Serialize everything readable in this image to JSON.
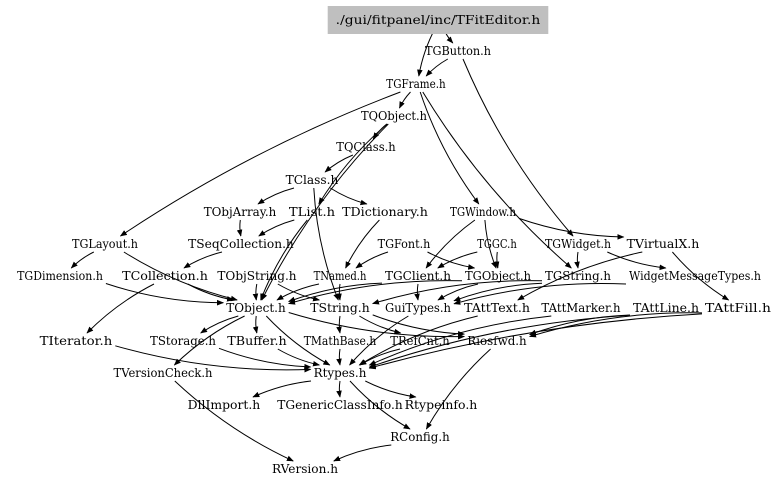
{
  "graph": {
    "root": "./gui/fitpanel/inc/TFitEditor.h",
    "nodes": [
      {
        "id": "tfiteditor",
        "label": "./gui/fitpanel/inc/TFitEditor.h"
      },
      {
        "id": "tgbutton",
        "label": "TGButton.h"
      },
      {
        "id": "tgframe",
        "label": "TGFrame.h"
      },
      {
        "id": "tqobject",
        "label": "TQObject.h"
      },
      {
        "id": "tqclass",
        "label": "TQClass.h"
      },
      {
        "id": "tclass",
        "label": "TClass.h"
      },
      {
        "id": "tobjarray",
        "label": "TObjArray.h"
      },
      {
        "id": "tlist",
        "label": "TList.h"
      },
      {
        "id": "tdictionary",
        "label": "TDictionary.h"
      },
      {
        "id": "tgwindow",
        "label": "TGWindow.h"
      },
      {
        "id": "tglayout",
        "label": "TGLayout.h"
      },
      {
        "id": "tseqcollection",
        "label": "TSeqCollection.h"
      },
      {
        "id": "tgfont",
        "label": "TGFont.h"
      },
      {
        "id": "tggc",
        "label": "TGGC.h"
      },
      {
        "id": "tgwidget",
        "label": "TGWidget.h"
      },
      {
        "id": "tvirtualx",
        "label": "TVirtualX.h"
      },
      {
        "id": "tgdimension",
        "label": "TGDimension.h"
      },
      {
        "id": "tcollection",
        "label": "TCollection.h"
      },
      {
        "id": "tobjstring",
        "label": "TObjString.h"
      },
      {
        "id": "tnamed",
        "label": "TNamed.h"
      },
      {
        "id": "tgclient",
        "label": "TGClient.h"
      },
      {
        "id": "tgobject",
        "label": "TGObject.h"
      },
      {
        "id": "tgstring",
        "label": "TGString.h"
      },
      {
        "id": "widgetmessagetypes",
        "label": "WidgetMessageTypes.h"
      },
      {
        "id": "tobject",
        "label": "TObject.h"
      },
      {
        "id": "tstring",
        "label": "TString.h"
      },
      {
        "id": "guitypes",
        "label": "GuiTypes.h"
      },
      {
        "id": "tatttext",
        "label": "TAttText.h"
      },
      {
        "id": "tattmarker",
        "label": "TAttMarker.h"
      },
      {
        "id": "tattline",
        "label": "TAttLine.h"
      },
      {
        "id": "tattfill",
        "label": "TAttFill.h"
      },
      {
        "id": "titerator",
        "label": "TIterator.h"
      },
      {
        "id": "tstorage",
        "label": "TStorage.h"
      },
      {
        "id": "tbuffer",
        "label": "TBuffer.h"
      },
      {
        "id": "tmathbase",
        "label": "TMathBase.h"
      },
      {
        "id": "trefcnt",
        "label": "TRefCnt.h"
      },
      {
        "id": "riosfwd",
        "label": "Riosfwd.h"
      },
      {
        "id": "tversioncheck",
        "label": "TVersionCheck.h"
      },
      {
        "id": "rtypes",
        "label": "Rtypes.h"
      },
      {
        "id": "dllimport",
        "label": "DllImport.h"
      },
      {
        "id": "tgenericclassinfo",
        "label": "TGenericClassInfo.h"
      },
      {
        "id": "rtypeinfo",
        "label": "Rtypeinfo.h"
      },
      {
        "id": "rconfig",
        "label": "RConfig.h"
      },
      {
        "id": "rversion",
        "label": "RVersion.h"
      }
    ],
    "edges": [
      [
        "tfiteditor",
        "tgbutton"
      ],
      [
        "tfiteditor",
        "tgframe"
      ],
      [
        "tgbutton",
        "tgframe"
      ],
      [
        "tgbutton",
        "tgwidget"
      ],
      [
        "tgframe",
        "tqobject"
      ],
      [
        "tgframe",
        "tglayout"
      ],
      [
        "tgframe",
        "tgwindow"
      ],
      [
        "tgframe",
        "tgstring"
      ],
      [
        "tqobject",
        "tqclass"
      ],
      [
        "tqobject",
        "tlist"
      ],
      [
        "tqobject",
        "tobject"
      ],
      [
        "tqclass",
        "tclass"
      ],
      [
        "tclass",
        "tobjarray"
      ],
      [
        "tclass",
        "tdictionary"
      ],
      [
        "tclass",
        "tstring"
      ],
      [
        "tobjarray",
        "tseqcollection"
      ],
      [
        "tlist",
        "tseqcollection"
      ],
      [
        "tlist",
        "tobject"
      ],
      [
        "tdictionary",
        "tnamed"
      ],
      [
        "tgwindow",
        "tgobject"
      ],
      [
        "tgwindow",
        "tvirtualx"
      ],
      [
        "tgwindow",
        "tgclient"
      ],
      [
        "tglayout",
        "tgdimension"
      ],
      [
        "tglayout",
        "tobject"
      ],
      [
        "tseqcollection",
        "tcollection"
      ],
      [
        "tgfont",
        "tnamed"
      ],
      [
        "tgfont",
        "tgobject"
      ],
      [
        "tggc",
        "tgobject"
      ],
      [
        "tggc",
        "tgclient"
      ],
      [
        "tgwidget",
        "tgstring"
      ],
      [
        "tgwidget",
        "widgetmessagetypes"
      ],
      [
        "tvirtualx",
        "tatttext"
      ],
      [
        "tvirtualx",
        "tattfill"
      ],
      [
        "tgdimension",
        "tobject"
      ],
      [
        "tcollection",
        "tobject"
      ],
      [
        "tcollection",
        "titerator"
      ],
      [
        "tobjstring",
        "tobject"
      ],
      [
        "tobjstring",
        "tstring"
      ],
      [
        "tnamed",
        "tobject"
      ],
      [
        "tnamed",
        "tstring"
      ],
      [
        "tgclient",
        "tobject"
      ],
      [
        "tgclient",
        "guitypes"
      ],
      [
        "tgobject",
        "tobject"
      ],
      [
        "tgobject",
        "guitypes"
      ],
      [
        "tgstring",
        "tstring"
      ],
      [
        "tgstring",
        "guitypes"
      ],
      [
        "widgetmessagetypes",
        "guitypes"
      ],
      [
        "tobject",
        "tstorage"
      ],
      [
        "tobject",
        "tbuffer"
      ],
      [
        "tobject",
        "tversioncheck"
      ],
      [
        "tobject",
        "riosfwd"
      ],
      [
        "tobject",
        "rtypes"
      ],
      [
        "tstring",
        "tmathbase"
      ],
      [
        "tstring",
        "trefcnt"
      ],
      [
        "tstring",
        "riosfwd"
      ],
      [
        "guitypes",
        "rtypes"
      ],
      [
        "tatttext",
        "rtypes"
      ],
      [
        "tattmarker",
        "rtypes"
      ],
      [
        "tattline",
        "rtypes"
      ],
      [
        "tattfill",
        "rtypes"
      ],
      [
        "tattline",
        "riosfwd"
      ],
      [
        "tattfill",
        "riosfwd"
      ],
      [
        "titerator",
        "rtypes"
      ],
      [
        "tstorage",
        "rtypes"
      ],
      [
        "tbuffer",
        "rtypes"
      ],
      [
        "tmathbase",
        "rtypes"
      ],
      [
        "trefcnt",
        "rtypes"
      ],
      [
        "riosfwd",
        "rconfig"
      ],
      [
        "tversioncheck",
        "rversion"
      ],
      [
        "rtypes",
        "dllimport"
      ],
      [
        "rtypes",
        "tgenericclassinfo"
      ],
      [
        "rtypes",
        "rtypeinfo"
      ],
      [
        "rtypes",
        "rconfig"
      ],
      [
        "rconfig",
        "rversion"
      ]
    ]
  }
}
